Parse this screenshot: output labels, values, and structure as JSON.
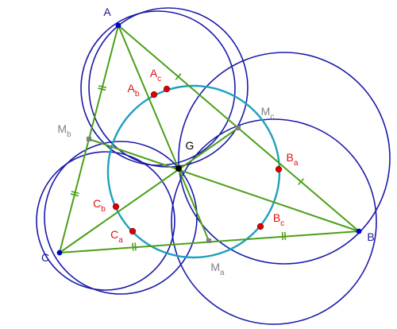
{
  "colors": {
    "circles": "#1a1aaa",
    "nine_point_circle": "#1ea0c0",
    "segments": "#4aa018",
    "vertex_points": "#0000cc",
    "midpoints": "#808080",
    "red_points": "#e00000",
    "red_labels": "#e01010",
    "vertex_labels": "#1a1a99",
    "midpoint_labels": "#808080",
    "centroid": "#000000"
  },
  "points": [
    {
      "id": "A",
      "label": "A",
      "sub": "",
      "kind": "vertex"
    },
    {
      "id": "B",
      "label": "B",
      "sub": "",
      "kind": "vertex"
    },
    {
      "id": "C",
      "label": "C",
      "sub": "",
      "kind": "vertex"
    },
    {
      "id": "G",
      "label": "G",
      "sub": "",
      "kind": "centroid"
    },
    {
      "id": "Ma",
      "label": "M",
      "sub": "a",
      "kind": "midpoint"
    },
    {
      "id": "Mb",
      "label": "M",
      "sub": "b",
      "kind": "midpoint"
    },
    {
      "id": "Mc",
      "label": "M",
      "sub": "c",
      "kind": "midpoint"
    },
    {
      "id": "Ab",
      "label": "A",
      "sub": "b",
      "kind": "red"
    },
    {
      "id": "Ac",
      "label": "A",
      "sub": "c",
      "kind": "red"
    },
    {
      "id": "Ba",
      "label": "B",
      "sub": "a",
      "kind": "red"
    },
    {
      "id": "Bc",
      "label": "B",
      "sub": "c",
      "kind": "red"
    },
    {
      "id": "Ca",
      "label": "C",
      "sub": "a",
      "kind": "red"
    },
    {
      "id": "Cb",
      "label": "C",
      "sub": "b",
      "kind": "red"
    }
  ],
  "segments": [
    {
      "from": "A",
      "to": "B"
    },
    {
      "from": "B",
      "to": "C"
    },
    {
      "from": "C",
      "to": "A"
    },
    {
      "from": "A",
      "to": "Ma"
    },
    {
      "from": "B",
      "to": "Mb"
    },
    {
      "from": "C",
      "to": "Mc"
    }
  ],
  "circles": [
    {
      "id": "circle-A-Mb-G"
    },
    {
      "id": "circle-A-Mc-G"
    },
    {
      "id": "circle-B-Ma-G"
    },
    {
      "id": "circle-B-Mc-G"
    },
    {
      "id": "circle-C-Ma-G"
    },
    {
      "id": "circle-C-Mb-G"
    },
    {
      "id": "circle-red-points"
    }
  ]
}
